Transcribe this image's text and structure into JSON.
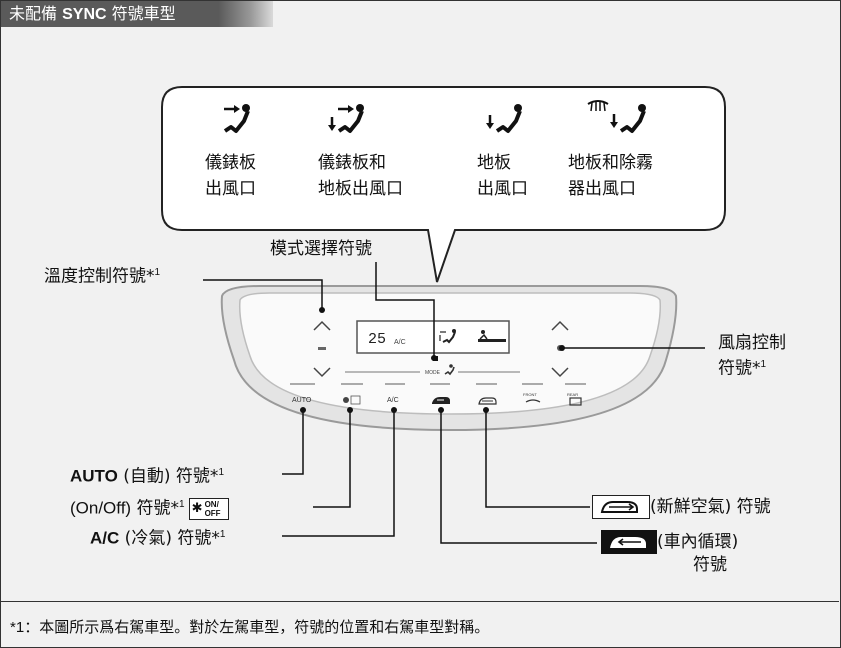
{
  "header": {
    "title_prefix": "未配備 ",
    "title_bold": "SYNC",
    "title_suffix": " 符號車型"
  },
  "modes": [
    {
      "line1": "儀錶板",
      "line2": "出風口",
      "icon": "dash-vent-icon"
    },
    {
      "line1": "儀錶板和",
      "line2": "地板出風口",
      "icon": "dash-floor-vent-icon"
    },
    {
      "line1": "地板",
      "line2": "出風口",
      "icon": "floor-vent-icon"
    },
    {
      "line1": "地板和除霧",
      "line2": "器出風口",
      "icon": "floor-defrost-vent-icon"
    }
  ],
  "callouts": {
    "mode_select": "模式選擇符號",
    "temp_control": "溫度控制符號*",
    "temp_sup": "1",
    "fan_control_1": "風扇控制",
    "fan_control_2": "符號*",
    "fan_sup": "1",
    "auto_bold": "AUTO",
    "auto_rest": " (自動) 符號*",
    "auto_sup": "1",
    "onoff_en": "(On/Off)",
    "onoff_rest": " 符號*",
    "onoff_sup": "1",
    "ac_bold": "A/C",
    "ac_rest": " (冷氣) 符號*",
    "ac_sup": "1",
    "fresh_air": "(新鮮空氣) 符號",
    "recirc_1": "(車內循環)",
    "recirc_2": "符號"
  },
  "panel": {
    "display_temp": "25",
    "display_ac": "A/C",
    "mode_label": "MODE",
    "buttons": [
      "AUTO",
      "A/C",
      "FRONT",
      "REAR"
    ],
    "onoff_chip": "ON/\nOFF"
  },
  "footnote": {
    "marker": "*1",
    "text": "：本圖所示爲右駕車型。對於左駕車型，符號的位置和右駕車型對稱。"
  }
}
